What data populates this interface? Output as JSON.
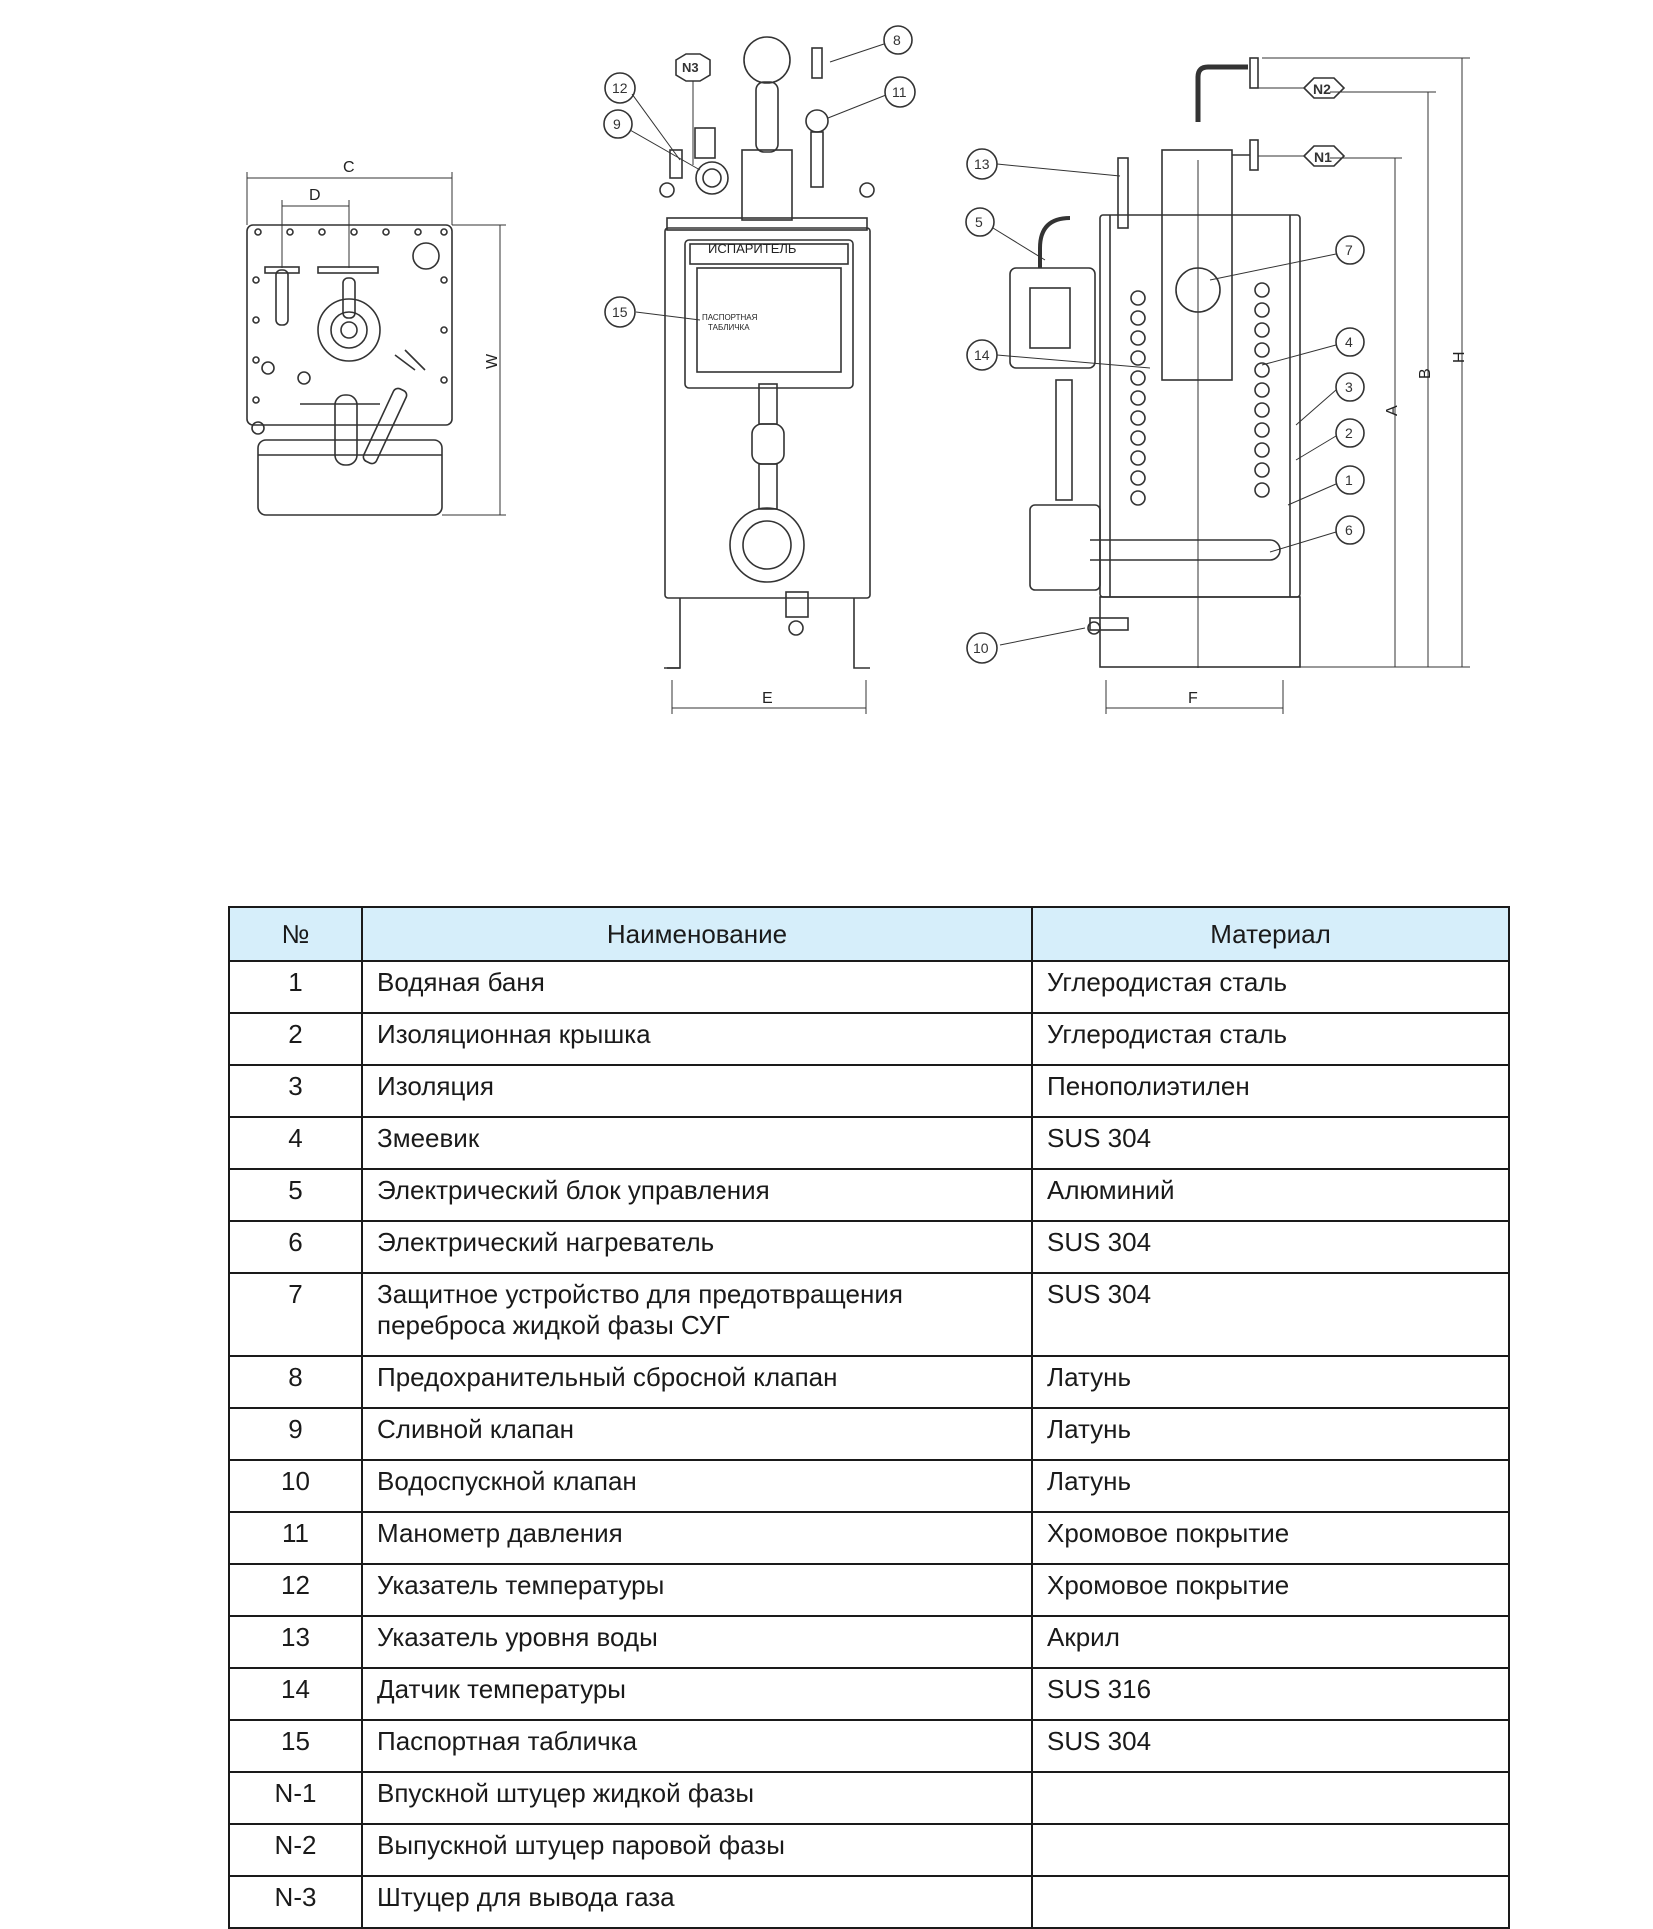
{
  "drawing": {
    "dimensions": {
      "C": "C",
      "D": "D",
      "W": "W",
      "E": "E",
      "F": "F",
      "A": "A",
      "B": "B",
      "H": "H"
    },
    "nozzles": {
      "n1": "N1",
      "n2": "N2",
      "n3": "N3"
    },
    "callouts": [
      "1",
      "2",
      "3",
      "4",
      "5",
      "6",
      "7",
      "8",
      "9",
      "10",
      "11",
      "12",
      "13",
      "14",
      "15"
    ],
    "cabinet_label": "ИСПАРИТЕЛЬ",
    "nameplate_line1": "ПАСПОРТНАЯ",
    "nameplate_line2": "ТАБЛИЧКА"
  },
  "table": {
    "headers": [
      "№",
      "Наименование",
      "Материал"
    ],
    "rows": [
      {
        "num": "1",
        "name": "Водяная баня",
        "material": "Углеродистая сталь"
      },
      {
        "num": "2",
        "name": "Изоляционная крышка",
        "material": "Углеродистая сталь"
      },
      {
        "num": "3",
        "name": "Изоляция",
        "material": "Пенополиэтилен"
      },
      {
        "num": "4",
        "name": "Змеевик",
        "material": "SUS 304"
      },
      {
        "num": "5",
        "name": "Электрический блок управления",
        "material": "Алюминий"
      },
      {
        "num": "6",
        "name": "Электрический нагреватель",
        "material": "SUS 304"
      },
      {
        "num": "7",
        "name": "Защитное устройство для предотвращения переброса жидкой фазы СУГ",
        "material": "SUS 304"
      },
      {
        "num": "8",
        "name": "Предохранительный сбросной клапан",
        "material": "Латунь"
      },
      {
        "num": "9",
        "name": "Сливной клапан",
        "material": "Латунь"
      },
      {
        "num": "10",
        "name": "Водоспускной клапан",
        "material": "Латунь"
      },
      {
        "num": "11",
        "name": "Манометр давления",
        "material": "Хромовое покрытие"
      },
      {
        "num": "12",
        "name": "Указатель температуры",
        "material": "Хромовое покрытие"
      },
      {
        "num": "13",
        "name": "Указатель уровня воды",
        "material": "Акрил"
      },
      {
        "num": "14",
        "name": "Датчик температуры",
        "material": "SUS 316"
      },
      {
        "num": "15",
        "name": "Паспортная табличка",
        "material": "SUS 304"
      },
      {
        "num": "N-1",
        "name": "Впускной штуцер жидкой фазы",
        "material": ""
      },
      {
        "num": "N-2",
        "name": "Выпускной штуцер паровой фазы",
        "material": ""
      },
      {
        "num": "N-3",
        "name": "Штуцер для вывода газа",
        "material": ""
      }
    ]
  }
}
